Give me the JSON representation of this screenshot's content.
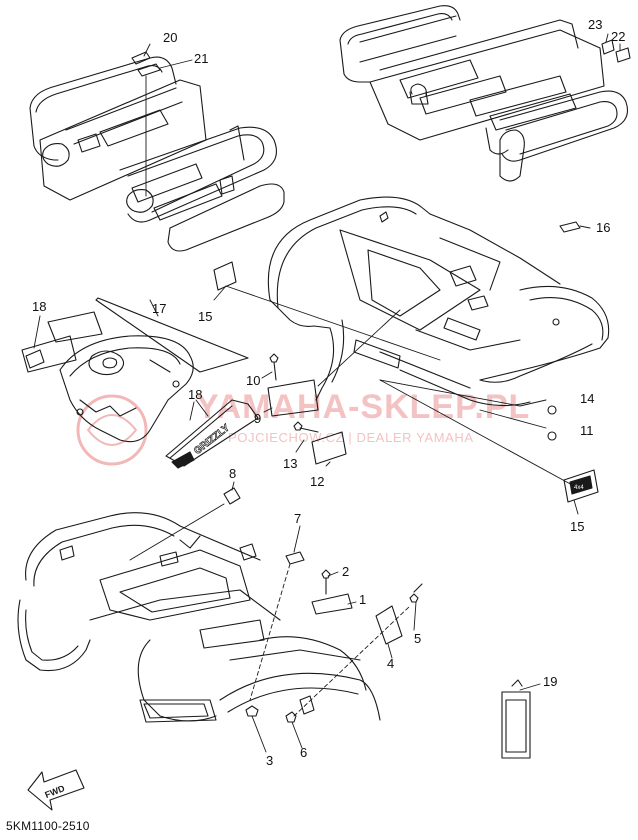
{
  "diagram_code": "5KM1100-2510",
  "watermark": {
    "brand": "YAMAHA-SKLEP.PL",
    "sub": "POJCIECHOW.CZ | DEALER YAMAHA"
  },
  "fwd_label": "FWD",
  "decal_text": {
    "grizzly": "GRIZZLY",
    "badge": "4x4"
  },
  "callouts": [
    {
      "id": "c20",
      "label": "20"
    },
    {
      "id": "c21",
      "label": "21"
    },
    {
      "id": "c23",
      "label": "23"
    },
    {
      "id": "c22",
      "label": "22"
    },
    {
      "id": "c16",
      "label": "16"
    },
    {
      "id": "c18a",
      "label": "18"
    },
    {
      "id": "c17",
      "label": "17"
    },
    {
      "id": "c15a",
      "label": "15"
    },
    {
      "id": "c10",
      "label": "10"
    },
    {
      "id": "c18b",
      "label": "18"
    },
    {
      "id": "c9",
      "label": "9"
    },
    {
      "id": "c14",
      "label": "14"
    },
    {
      "id": "c11",
      "label": "11"
    },
    {
      "id": "c13",
      "label": "13"
    },
    {
      "id": "c12",
      "label": "12"
    },
    {
      "id": "c8",
      "label": "8"
    },
    {
      "id": "c15b",
      "label": "15"
    },
    {
      "id": "c7",
      "label": "7"
    },
    {
      "id": "c2",
      "label": "2"
    },
    {
      "id": "c1",
      "label": "1"
    },
    {
      "id": "c5",
      "label": "5"
    },
    {
      "id": "c4",
      "label": "4"
    },
    {
      "id": "c19",
      "label": "19"
    },
    {
      "id": "c3",
      "label": "3"
    },
    {
      "id": "c6",
      "label": "6"
    }
  ]
}
